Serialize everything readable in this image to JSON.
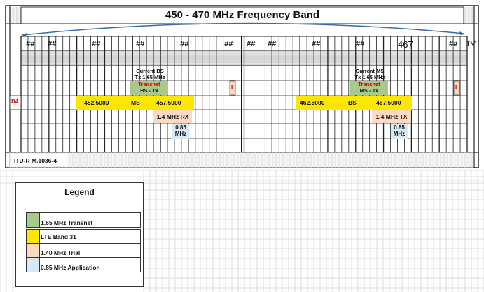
{
  "title": "450 - 470 MHz Frequency Band",
  "header_labels": [
    "##",
    "##",
    "##",
    "##",
    "##",
    "##",
    "##",
    "##",
    "##",
    "##",
    "467",
    "##",
    "TV"
  ],
  "row_label": "D4",
  "reference": "ITU-R  M.1036-4",
  "left_block": {
    "current_bs_line1": "Current BS",
    "current_bs_line2": "Tx 1.65 MHz",
    "transnet": "Transnet",
    "transnet_sub": "BS - Tx",
    "band_start": "452.5000",
    "band_mid": "MS",
    "band_end": "457.5000",
    "trial": "1.4 MHz RX",
    "app_line1": "0.85",
    "app_line2": "MHz"
  },
  "right_block": {
    "current_bs_line1": "Current MS",
    "current_bs_line2": "Tx 1.65 MHz",
    "transnet": "Transnet",
    "transnet_sub": "MS - Tx",
    "band_start": "462.5000",
    "band_mid": "BS",
    "band_end": "467.5000",
    "trial": "1.4 MHz TX",
    "app_line1": "0.85",
    "app_line2": "MHz"
  },
  "markers": [
    "L",
    "L"
  ],
  "legend": {
    "title": "Legend",
    "items": [
      {
        "label": "1.65 MHz Transnet",
        "color": "#a9c98a"
      },
      {
        "label": "LTE Band 31",
        "color": "#ffe600"
      },
      {
        "label": "1.40 MHz Trial",
        "color": "#fbd9c2"
      },
      {
        "label": "0.85 MHz Application",
        "color": "#d6e9f5"
      }
    ]
  },
  "colors": {
    "transnet": "#a9c98a",
    "lte": "#ffe600",
    "trial": "#fbd9c2",
    "app": "#d6e9f5",
    "red": "#cc0000",
    "arc": "#3a6aa8"
  }
}
